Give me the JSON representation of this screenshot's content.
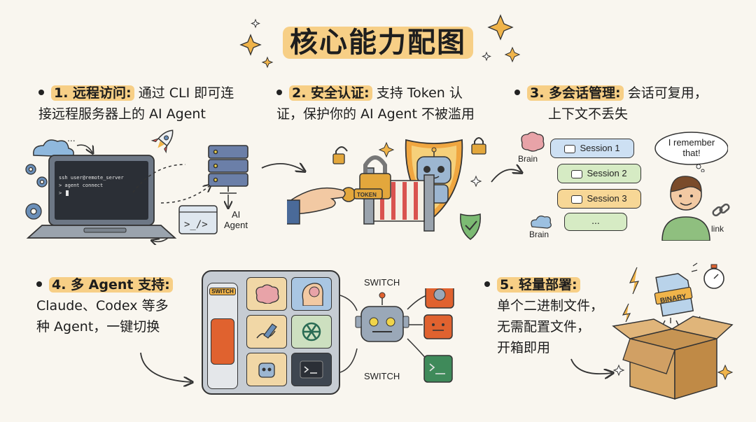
{
  "title": "核心能力配图",
  "features": [
    {
      "label": "1. 远程访问:",
      "line1": "通过 CLI 即可连",
      "line2": "接远程服务器上的 AI Agent"
    },
    {
      "label": "2. 安全认证:",
      "line1": "支持 Token 认",
      "line2": "证，保护你的 AI Agent 不被滥用"
    },
    {
      "label": "3. 多会话管理:",
      "line1": "会话可复用，",
      "line2": "上下文不丢失"
    },
    {
      "label": "4. 多 Agent 支持:",
      "line1": "Claude、Codex 等多",
      "line2": "种 Agent，一键切换"
    },
    {
      "label": "5. 轻量部署:",
      "line1": "单个二进制文件，",
      "line2": "无需配置文件，",
      "line3": "开箱即用"
    }
  ],
  "panel1": {
    "terminal_lines": [
      "ssh user@remote_server",
      "> agent connect",
      ">"
    ],
    "ellipsis": "...",
    "code_label": ">_/>",
    "agent_label_1": "AI",
    "agent_label_2": "Agent"
  },
  "panel2": {
    "token_label": "TOKEN"
  },
  "panel3": {
    "brain_top": "Brain",
    "brain_bottom": "Brain",
    "sessions": [
      "Session 1",
      "Session 2",
      "Session 3",
      "..."
    ],
    "thought_1": "I remember",
    "thought_2": "that!",
    "link_label": "link"
  },
  "panel4": {
    "switch_badge": "SWITCH",
    "switch_top": "SWITCH",
    "switch_bottom": "SWITCH"
  },
  "panel5": {
    "binary_label": "BINARY"
  }
}
